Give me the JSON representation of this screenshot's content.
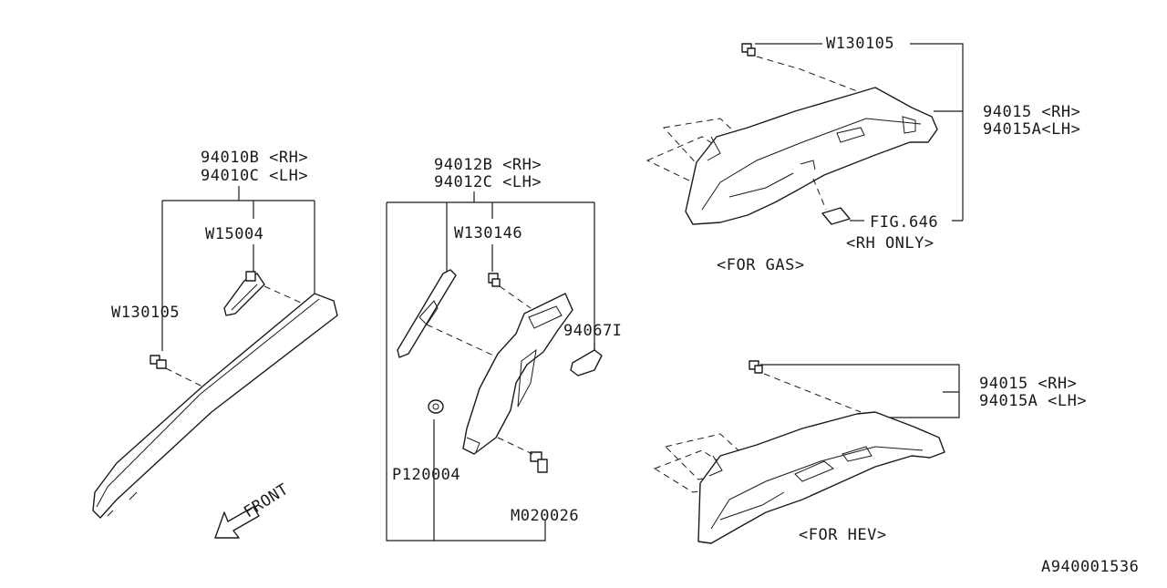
{
  "diagram": {
    "left_group": {
      "part_rh": "94010B <RH>",
      "part_lh": "94010C <LH>",
      "clip_a": "W15004",
      "clip_b": "W130105",
      "direction": "FRONT"
    },
    "center_group": {
      "part_rh": "94012B <RH>",
      "part_lh": "94012C <LH>",
      "clip": "W130146",
      "trim": "94067I",
      "pad": "P120004",
      "screw": "M020026"
    },
    "gas_group": {
      "clip": "W130105",
      "part_rh": "94015  <RH>",
      "part_lh": "94015A<LH>",
      "fig_ref": "FIG.646",
      "fig_note": "<RH ONLY>",
      "caption": "<FOR GAS>"
    },
    "hev_group": {
      "part_rh": "94015   <RH>",
      "part_lh": "94015A <LH>",
      "caption": "<FOR HEV>"
    },
    "drawing_id": "A940001536"
  }
}
